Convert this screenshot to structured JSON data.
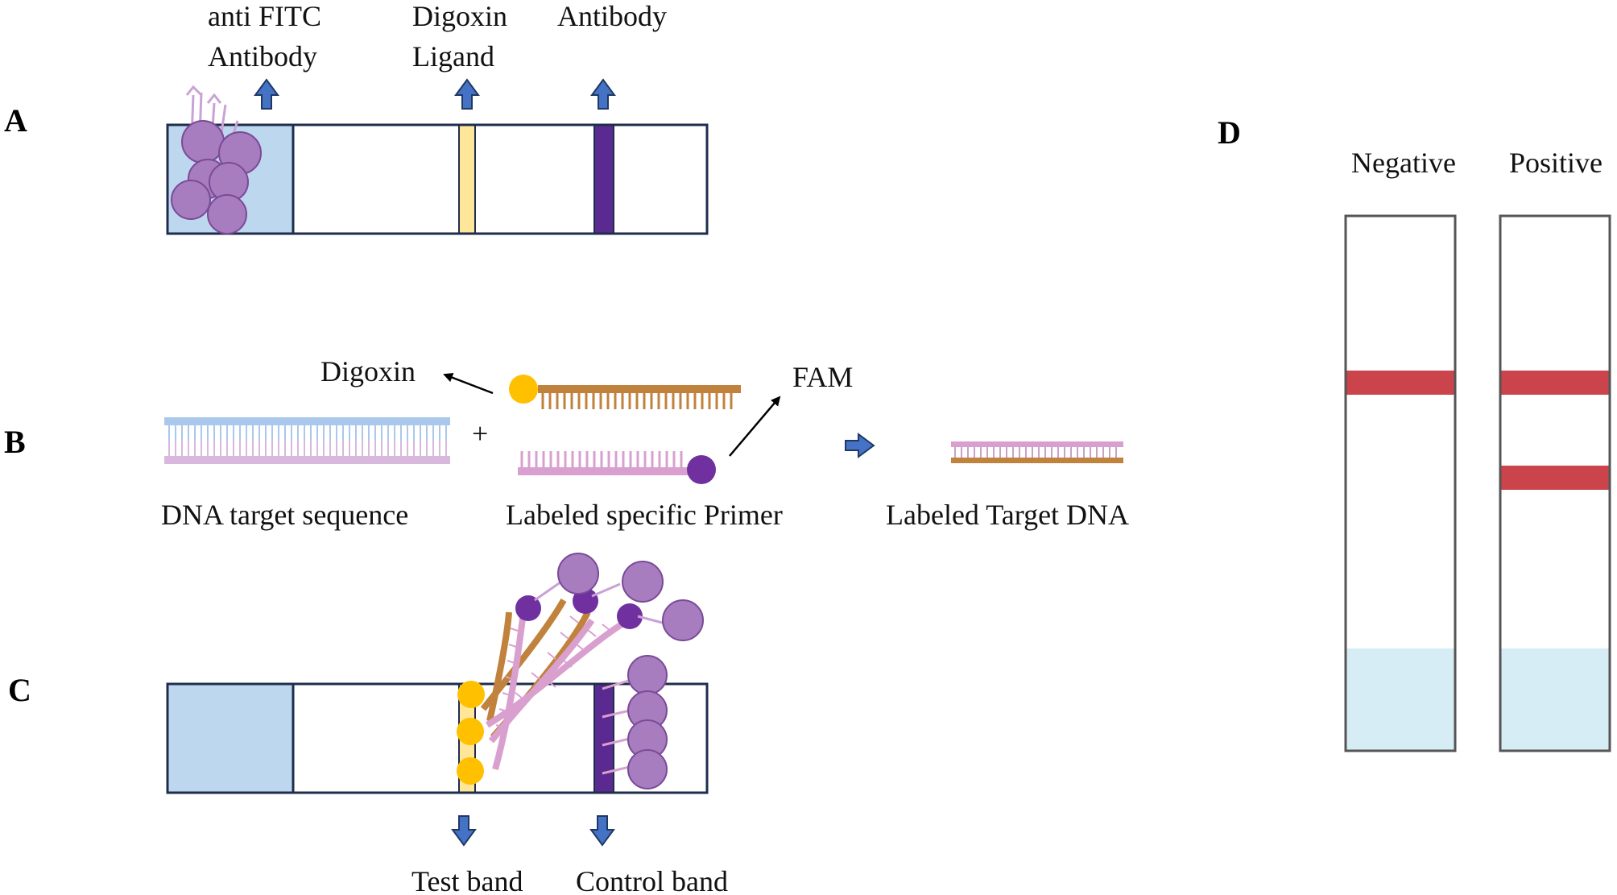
{
  "panels": {
    "a": "A",
    "b": "B",
    "c": "C",
    "d": "D"
  },
  "panel_a": {
    "label_anti_fitc_1": "anti FITC",
    "label_anti_fitc_2": "Antibody",
    "label_digoxin_1": "Digoxin",
    "label_digoxin_2": "Ligand",
    "label_antibody": "Antibody"
  },
  "panel_b": {
    "digoxin": "Digoxin",
    "fam": "FAM",
    "plus": "+",
    "dna_target": "DNA target sequence",
    "labeled_primer": "Labeled specific Primer",
    "labeled_target": "Labeled Target DNA"
  },
  "panel_c": {
    "test_band": "Test band",
    "control_band": "Control band"
  },
  "panel_d": {
    "negative": "Negative",
    "positive": "Positive"
  },
  "colors": {
    "strip_border": "#1f2d4d",
    "sample_pad": "#bdd7ee",
    "test_line": "#ffe699",
    "control_line": "#5b2a91",
    "gold_particle": "#a77dbf",
    "digoxin": "#ffc000",
    "fam": "#7030a0",
    "primer_brown": "#c0823d",
    "primer_pink": "#d9a0cf",
    "dna_blue": "#a9c8ec",
    "result_red": "#cc444b",
    "result_pad": "#d6edf5",
    "arrow_blue": "#4472c4"
  }
}
